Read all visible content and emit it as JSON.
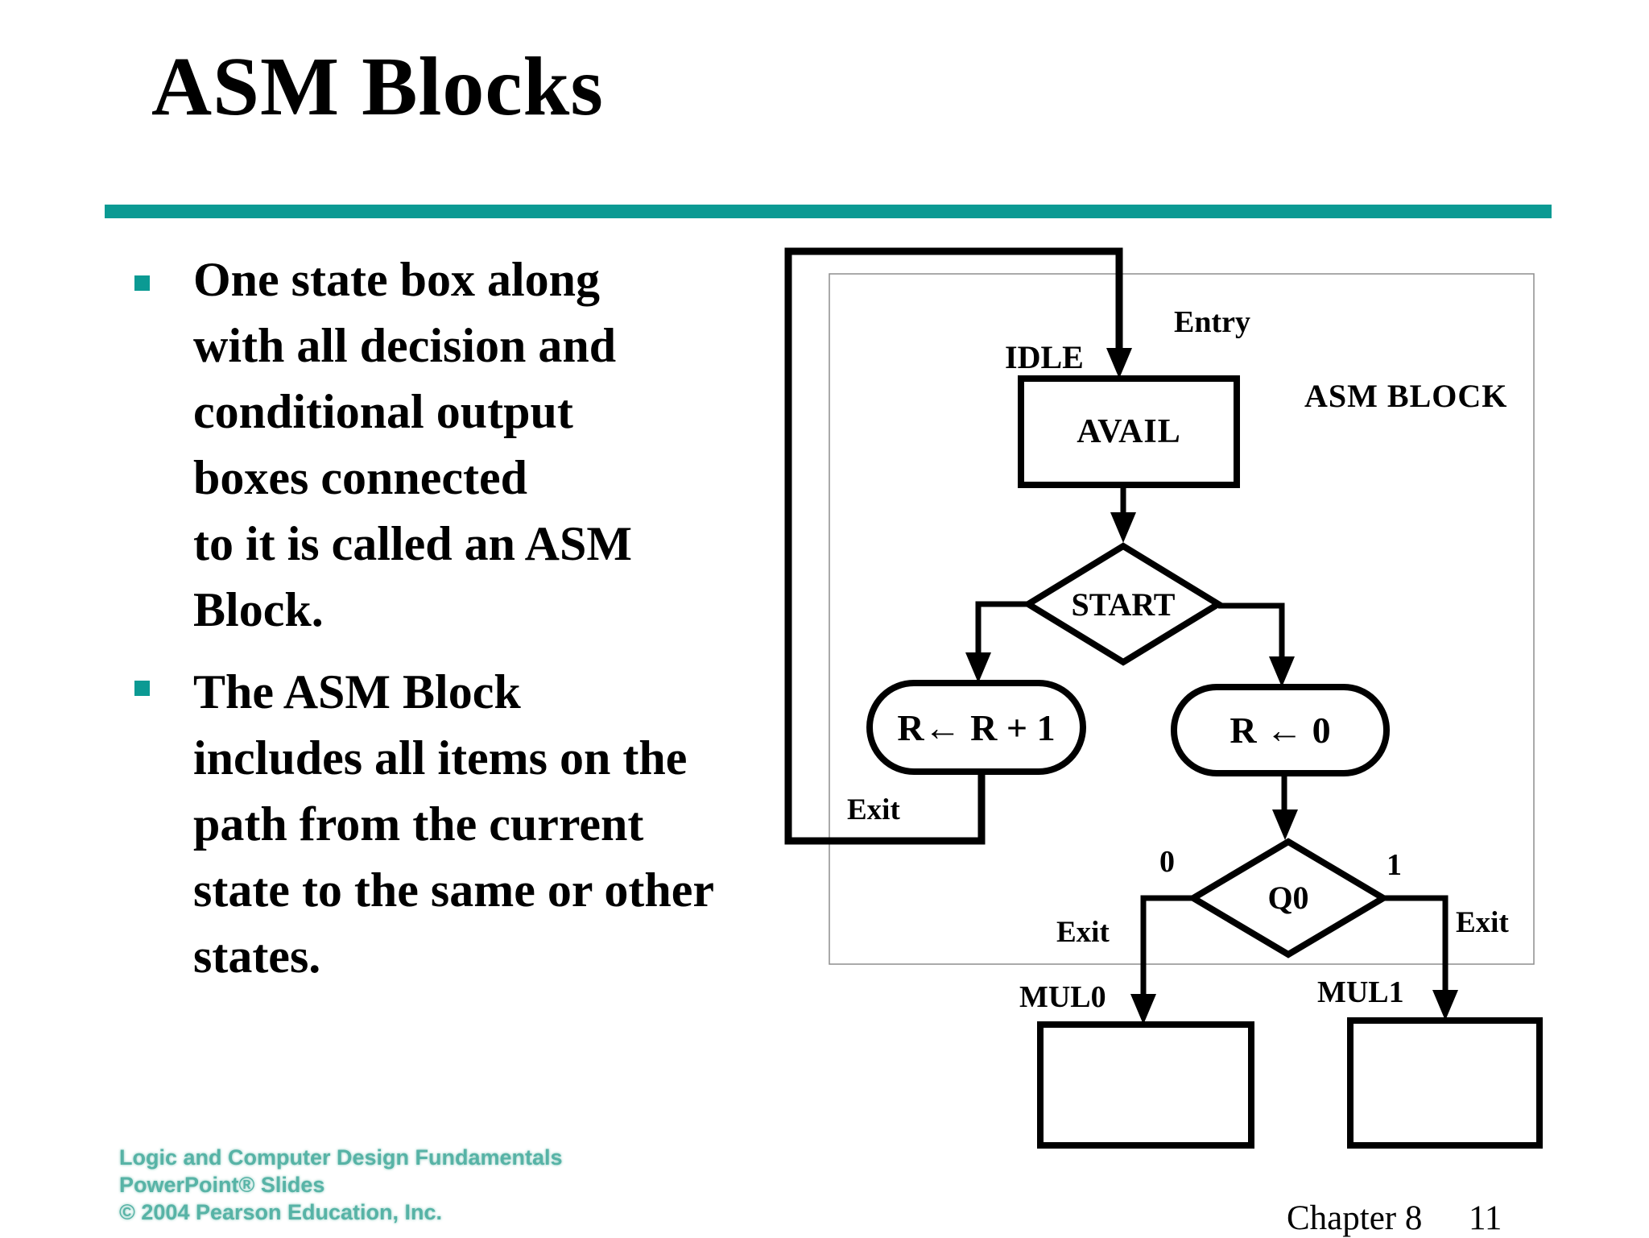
{
  "slide": {
    "title": "ASM Blocks",
    "accent_color": "#0b9a93",
    "bullets": [
      {
        "text": "One state box along\nwith all decision and\nconditional output\nboxes connected\nto it is called an ASM\nBlock."
      },
      {
        "text": "The ASM Block\nincludes all items on the\npath from the current\nstate to the same or other\nstates."
      }
    ]
  },
  "diagram": {
    "entry_label": "Entry",
    "block_label": "ASM BLOCK",
    "state_name": "IDLE",
    "state_output": "AVAIL",
    "decision1_label": "START",
    "cond_output_left": "R← R + 1",
    "cond_output_right": "R ← 0",
    "exit_label_left": "Exit",
    "exit_label_mid": "Exit",
    "exit_label_right": "Exit",
    "branch_zero": "0",
    "branch_one": "1",
    "decision2_label": "Q0",
    "next_state_left": "MUL0",
    "next_state_right": "MUL1"
  },
  "footer": {
    "credit_line1": "Logic and Computer Design Fundamentals",
    "credit_line2": "PowerPoint® Slides",
    "credit_line3": "© 2004 Pearson Education, Inc.",
    "credit_color": "#57b3a6",
    "chapter": "Chapter 8",
    "page": "11"
  }
}
